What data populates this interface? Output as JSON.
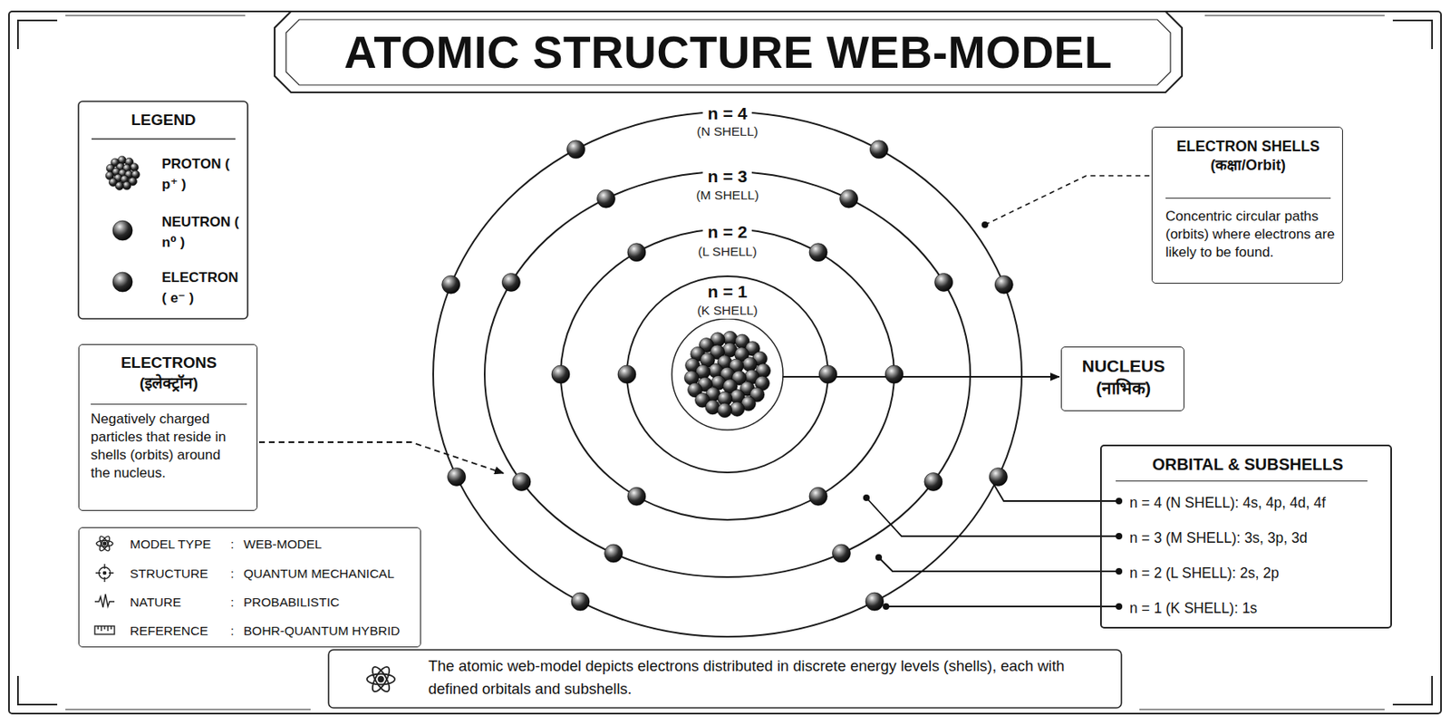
{
  "diagram": {
    "title": "ATOMIC STRUCTURE WEB-MODEL",
    "caption": "The atomic web-model depicts electrons distributed in discrete energy levels (shells), each with defined orbitals and subshells.",
    "nodes": [
      {
        "text": [
          "ELECTRON SHELLS (कक्षा/Orbit)",
          "Concentric circular paths (orbits) where electrons are likely to be found."
        ]
      },
      {
        "text": [
          "ELECTRONS (इलेक्ट्रॉन)",
          "Negatively charged particles that reside in shells (orbits) around the nucleus."
        ]
      },
      {
        "text": [
          "NUCLEUS (नाभिक)"
        ]
      },
      {
        "text": [
          "ORBITAL & SUBSHELLS",
          "n = 4 (N SHELL): 4s, 4p, 4d, 4f",
          "n = 3 (M SHELL): 3s, 3p, 3d",
          "n = 2 (L SHELL): 2s, 2p",
          "n = 1 (K SHELL): 1s"
        ]
      },
      {
        "text": [
          "MODEL TYPE",
          ":",
          "WEB-MODEL",
          "STRUCTURE",
          ":",
          "QUANTUM MECHANICAL",
          "NATURE",
          ":",
          "PROBABILISTIC",
          "REFERENCE",
          ":",
          "BOHR-QUANTUM HYBRID"
        ]
      }
    ],
    "labels": [
      "LEGEND",
      "n = 4",
      "(N SHELL)",
      "n = 3",
      "(M SHELL)",
      "n = 2",
      "(L SHELL)",
      "n = 1",
      "(K SHELL)"
    ],
    "legend": [
      {
        "text": "PROTON ( p⁺ )"
      },
      {
        "text": "NEUTRON ( n⁰ )"
      },
      {
        "text": "ELECTRON ( e⁻ )"
      }
    ]
  }
}
